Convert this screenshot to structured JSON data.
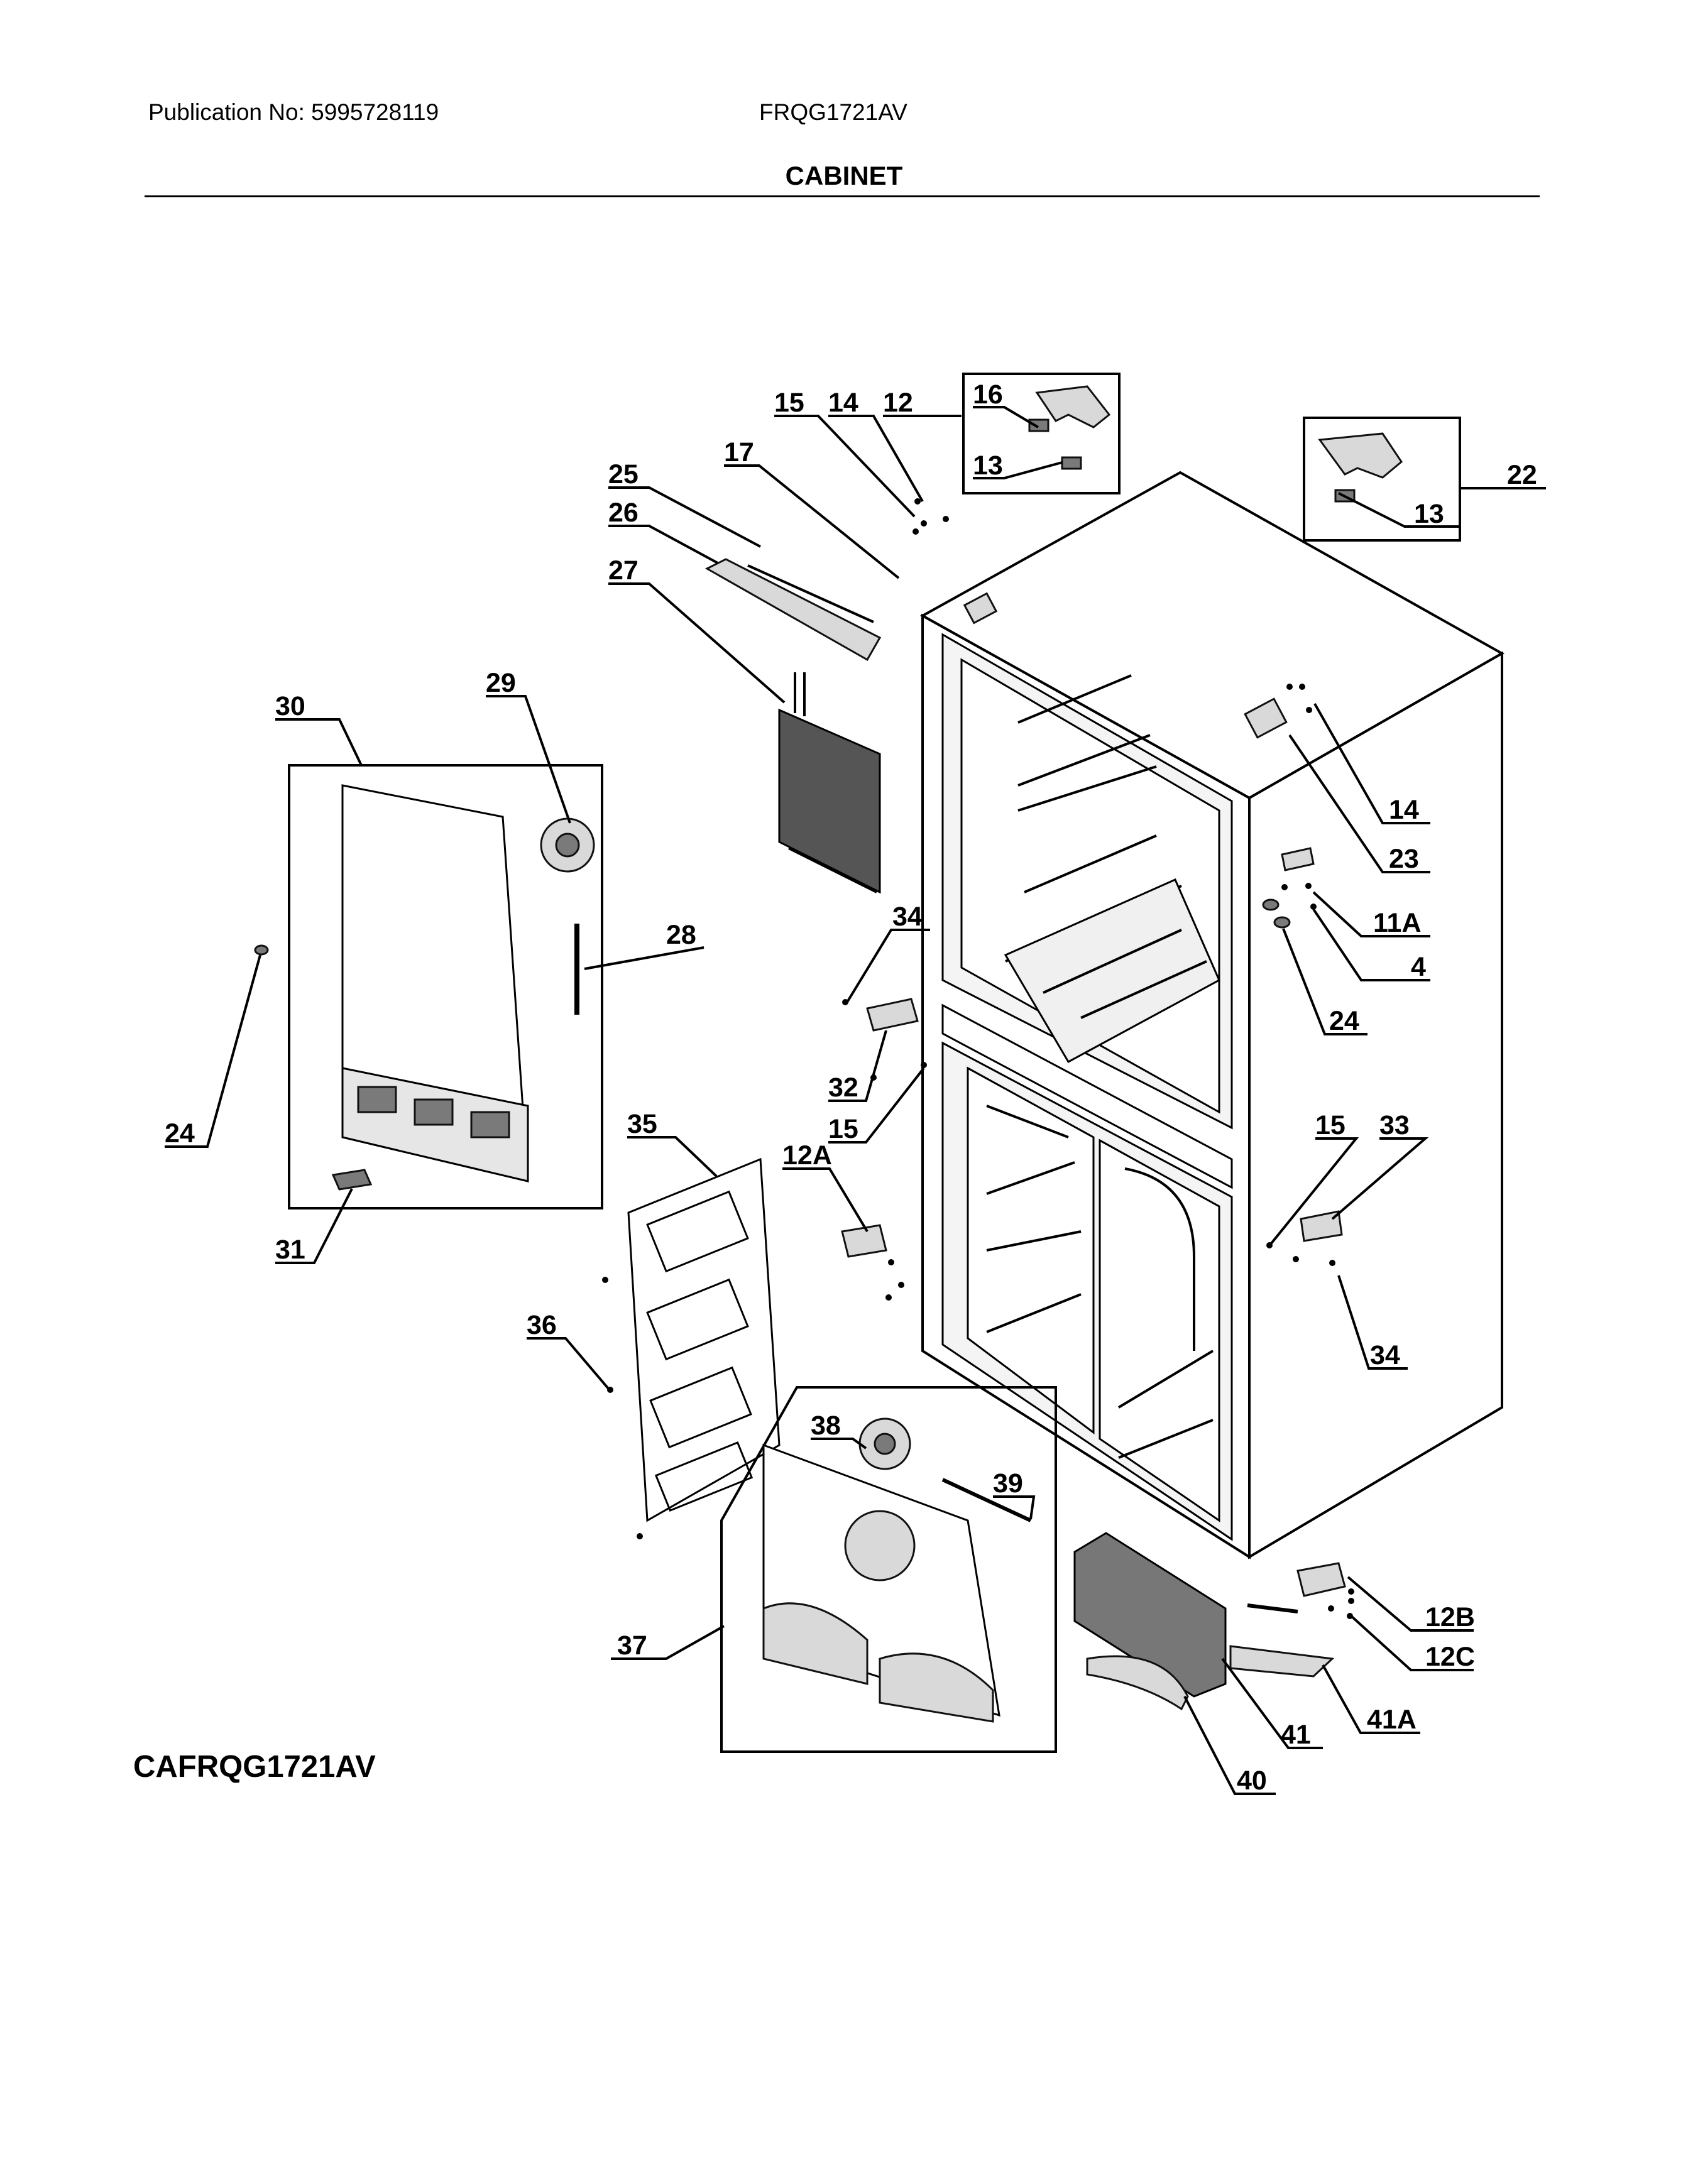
{
  "header": {
    "publication": "Publication No: 5995728119",
    "model": "FRQG1721AV",
    "title": "CABINET"
  },
  "diagram_code": "CAFRQG1721AV",
  "callouts": {
    "c15a": "15",
    "c14a": "14",
    "c12": "12",
    "c16": "16",
    "c13a": "13",
    "c17": "17",
    "c25": "25",
    "c26": "26",
    "c27": "27",
    "c22": "22",
    "c13b": "13",
    "c29": "29",
    "c30": "30",
    "c28": "28",
    "c24a": "24",
    "c31": "31",
    "c14b": "14",
    "c23": "23",
    "c11a": "11A",
    "c4": "4",
    "c24b": "24",
    "c34a": "34",
    "c32": "32",
    "c15b": "15",
    "c35": "35",
    "c12a": "12A",
    "c15c": "15",
    "c33": "33",
    "c34b": "34",
    "c36": "36",
    "c38": "38",
    "c39": "39",
    "c37": "37",
    "c12b": "12B",
    "c12c": "12C",
    "c41a": "41A",
    "c41": "41",
    "c40": "40"
  }
}
